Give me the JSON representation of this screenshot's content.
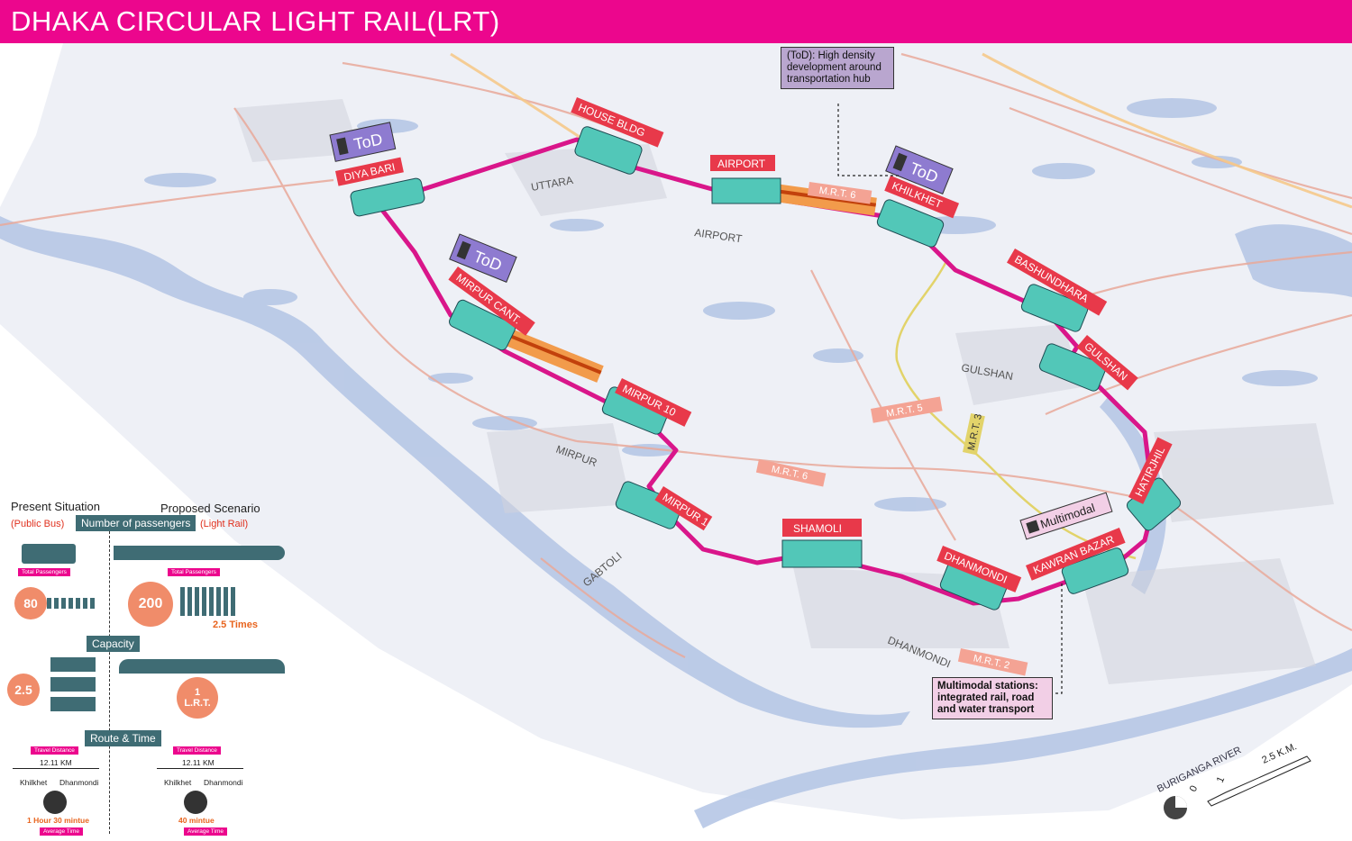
{
  "title": "DHAKA CIRCULAR LIGHT RAIL(LRT)",
  "colors": {
    "accent": "#ec068d",
    "station": "#52c7b8",
    "label_red": "#e8394a",
    "tod": "#8e7bd0",
    "water": "#b6c7e6",
    "metro_tag": "#f4a394"
  },
  "stations": [
    {
      "label": "DIYA BARI"
    },
    {
      "label": "HOUSE BLDG"
    },
    {
      "label": "AIRPORT"
    },
    {
      "label": "KHILKHET"
    },
    {
      "label": "BASHUNDHARA"
    },
    {
      "label": "GULSHAN"
    },
    {
      "label": "HATIRJHIL"
    },
    {
      "label": "KAWRAN BAZAR"
    },
    {
      "label": "DHANMONDI"
    },
    {
      "label": "SHAMOLI"
    },
    {
      "label": "MIRPUR 1"
    },
    {
      "label": "MIRPUR 10"
    },
    {
      "label": "MIRPUR CANT."
    }
  ],
  "tod_label": "ToD",
  "multimodal_label": "Multimodal",
  "area_labels": [
    "UTTARA",
    "AIRPORT",
    "GULSHAN",
    "MIRPUR",
    "GABTOLI",
    "DHANMONDI"
  ],
  "metro_labels": [
    "M.R.T. 6",
    "M.R.T. 5",
    "M.R.T. 6",
    "M.R.T. 2",
    "M.R.T. 3"
  ],
  "river_label": "BURIGANGA RIVER",
  "scale": {
    "zero": "0",
    "one": "1",
    "label": "2.5 K.M."
  },
  "notes": {
    "tod": "(ToD): High density development around transportation hub",
    "multimodal": "Multimodal stations: integrated rail, road and water transport"
  },
  "legend": {
    "present_title": "Present Situation",
    "present_sub": "(Public Bus)",
    "proposed_title": "Proposed Scenario",
    "proposed_sub": "(Light Rail)",
    "passengers_header": "Number of passengers",
    "total_passengers_left": "Total Passengers",
    "total_passengers_right": "Total Passengers",
    "bus_passengers": "80",
    "lrt_passengers": "200",
    "multiplier": "2.5 Times",
    "capacity_header": "Capacity",
    "bus_capacity": "2.5",
    "lrt_capacity_num": "1",
    "lrt_capacity_unit": "L.R.T.",
    "route_header": "Route & Time",
    "travel_distance_left": "Travel Distance",
    "travel_distance_right": "Travel Distance",
    "distance_left": "12.11 KM",
    "distance_right": "12.11 KM",
    "from_left": "Khilkhet",
    "to_left": "Dhanmondi",
    "from_right": "Khilkhet",
    "to_right": "Dhanmondi",
    "bus_time": "1 Hour 30 mintue",
    "lrt_time": "40 mintue",
    "avg_left": "Average Time",
    "avg_right": "Average Time"
  }
}
